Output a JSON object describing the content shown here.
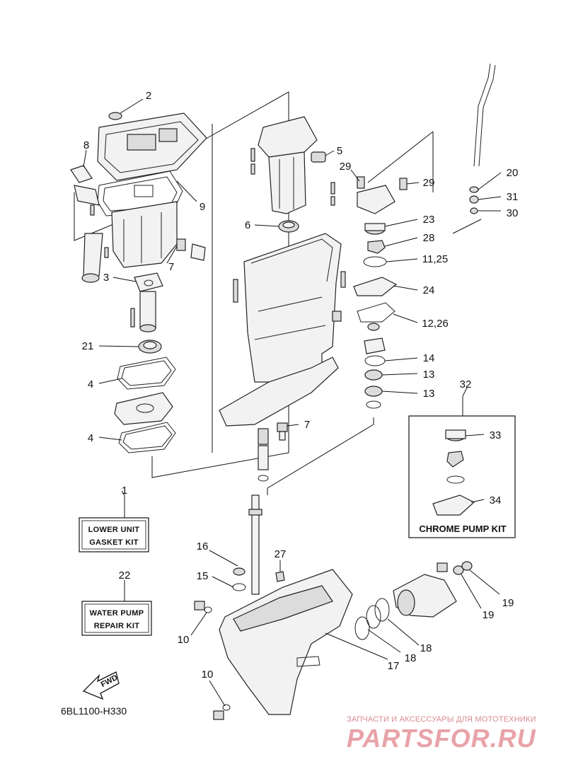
{
  "diagram": {
    "code": "6BL1100-H330",
    "fwd_label": "FWD",
    "callouts": {
      "c1": "1",
      "c2": "2",
      "c3": "3",
      "c4a": "4",
      "c4b": "4",
      "c5": "5",
      "c6": "6",
      "c7a": "7",
      "c7b": "7",
      "c8": "8",
      "c9": "9",
      "c10a": "10",
      "c10b": "10",
      "c11": "11,25",
      "c12": "12,26",
      "c13a": "13",
      "c13b": "13",
      "c14": "14",
      "c15": "15",
      "c16": "16",
      "c17": "17",
      "c18a": "18",
      "c18b": "18",
      "c19a": "19",
      "c19b": "19",
      "c20": "20",
      "c21": "21",
      "c22": "22",
      "c23": "23",
      "c24": "24",
      "c27": "27",
      "c28": "28",
      "c29a": "29",
      "c29b": "29",
      "c30": "30",
      "c31": "31",
      "c32": "32",
      "c33": "33",
      "c34": "34"
    },
    "boxes": {
      "gasket_line1": "LOWER UNIT",
      "gasket_line2": "GASKET KIT",
      "pump_line1": "WATER PUMP",
      "pump_line2": "REPAIR KIT",
      "chrome_title": "CHROME PUMP KIT"
    }
  },
  "watermark": {
    "subtitle": "ЗАПЧАСТИ И АКСЕССУАРЫ ДЛЯ МОТОТЕХНИКИ",
    "brand": "PARTSFOR.RU",
    "color": "#e8a3a8"
  }
}
